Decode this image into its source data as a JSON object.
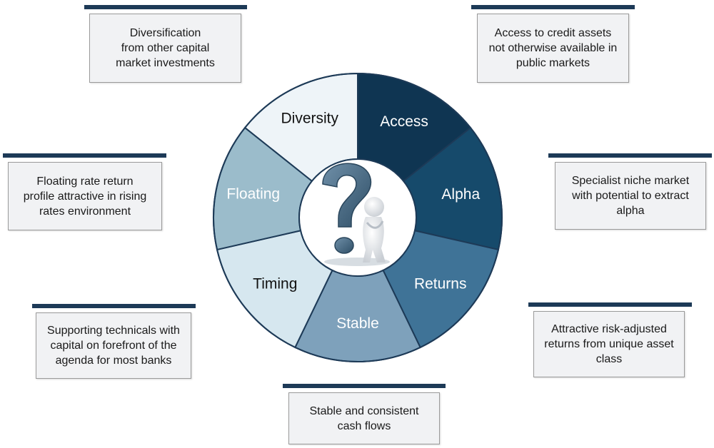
{
  "diagram": {
    "segments": [
      {
        "label": "Diversity",
        "fill": "#eef4f8",
        "text_color": "#111111"
      },
      {
        "label": "Access",
        "fill": "#0f3552",
        "text_color": "#ffffff"
      },
      {
        "label": "Alpha",
        "fill": "#164a6b",
        "text_color": "#ffffff"
      },
      {
        "label": "Returns",
        "fill": "#3f7397",
        "text_color": "#ffffff"
      },
      {
        "label": "Stable",
        "fill": "#7ea1bb",
        "text_color": "#ffffff"
      },
      {
        "label": "Timing",
        "fill": "#d6e7ef",
        "text_color": "#111111"
      },
      {
        "label": "Floating",
        "fill": "#9bbccb",
        "text_color": "#ffffff"
      }
    ],
    "center_icon": "person-with-question-mark-icon",
    "callouts": {
      "diversity": "Diversification\nfrom other capital\nmarket investments",
      "access": "Access to credit assets\nnot otherwise available in\npublic markets",
      "floating": "Floating rate return\nprofile attractive in rising\nrates environment",
      "alpha": "Specialist niche market\nwith potential to extract\nalpha",
      "timing": "Supporting technicals with\ncapital on forefront of the\nagenda for most banks",
      "returns": "Attractive risk-adjusted\nreturns from unique asset\nclass",
      "stable": "Stable and consistent\ncash flows"
    },
    "colors": {
      "header_bar": "#1d3a57",
      "box_fill": "#f1f2f4",
      "box_border": "#9a9a9a",
      "ring_stroke": "#1d3a57"
    }
  }
}
